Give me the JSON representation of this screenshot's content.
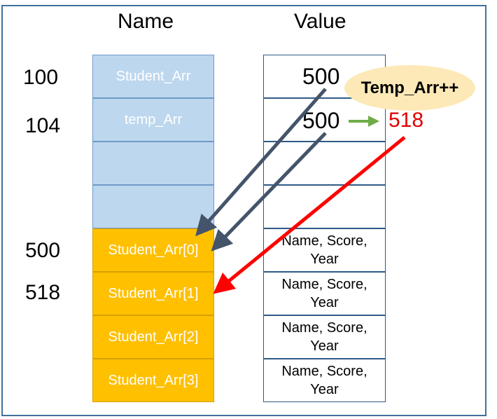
{
  "headers": {
    "name": "Name",
    "value": "Value"
  },
  "addresses": [
    "100",
    "104",
    "500",
    "518"
  ],
  "name_cells": [
    {
      "label": "Student_Arr",
      "color": "blue"
    },
    {
      "label": "temp_Arr",
      "color": "blue"
    },
    {
      "label": "",
      "color": "blue"
    },
    {
      "label": "",
      "color": "blue"
    },
    {
      "label": "Student_Arr[0]",
      "color": "orange"
    },
    {
      "label": "Student_Arr[1]",
      "color": "orange"
    },
    {
      "label": "Student_Arr[2]",
      "color": "orange"
    },
    {
      "label": "Student_Arr[3]",
      "color": "orange"
    }
  ],
  "value_cells": [
    {
      "line1": "",
      "line2": ""
    },
    {
      "line1": "",
      "line2": ""
    },
    {
      "line1": "",
      "line2": ""
    },
    {
      "line1": "",
      "line2": ""
    },
    {
      "line1": "Name, Score,",
      "line2": "Year"
    },
    {
      "line1": "Name, Score,",
      "line2": "Year"
    },
    {
      "line1": "Name, Score,",
      "line2": "Year"
    },
    {
      "line1": "Name, Score,",
      "line2": "Year"
    }
  ],
  "values": {
    "student_arr": "500",
    "temp_arr": "500",
    "temp_arr_new": "518"
  },
  "bubble_label": "Temp_Arr++",
  "colors": {
    "name_blue": "#bdd7ee",
    "name_orange": "#ffc000",
    "pointer_arrow": "#44546a",
    "increment_arrow": "#70ad47",
    "new_pointer_arrow": "#ff0000"
  }
}
